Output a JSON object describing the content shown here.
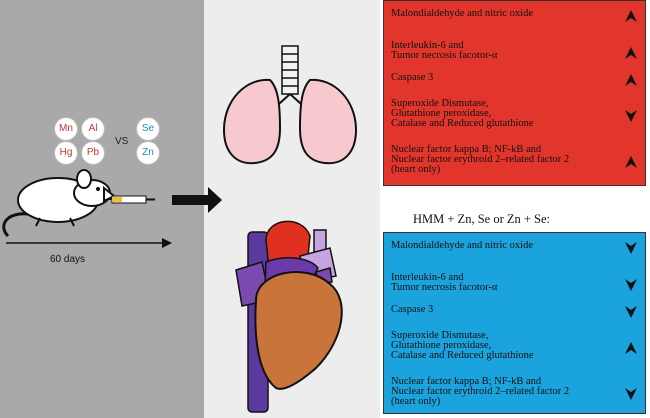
{
  "left": {
    "toxic_metals": [
      "Mn",
      "Al",
      "Hg",
      "Pb"
    ],
    "vs_label": "VS",
    "protective_elements": [
      "Se",
      "Zn"
    ],
    "duration_label": "60 days"
  },
  "red_box": {
    "items": [
      {
        "text": "Malondialdehyde and nitric oxide",
        "direction": "up"
      },
      {
        "text": "Interleukin-6 and\nTumor necrosis facotor-α",
        "direction": "up"
      },
      {
        "text": "Caspase 3",
        "direction": "up"
      },
      {
        "text": "Superoxide Dismutase,\nGlutathione peroxidase,\nCatalase and Reduced glutathione",
        "direction": "down"
      },
      {
        "text": "Nuclear factor kappa B; NF-kB and\nNuclear factor erythroid 2–related factor 2\n(heart only)",
        "direction": "up"
      }
    ]
  },
  "blue_box": {
    "title": "HMM + Zn, Se or Zn + Se:",
    "items": [
      {
        "text": "Malondialdehyde and nitric oxide",
        "direction": "down"
      },
      {
        "text": "Interleukin-6 and\nTumor necrosis facotor-α",
        "direction": "down"
      },
      {
        "text": "Caspase 3",
        "direction": "down"
      },
      {
        "text": "Superoxide Dismutase,\nGlutathione peroxidase,\nCatalase and Reduced glutathione",
        "direction": "up"
      },
      {
        "text": "Nuclear factor kappa B; NF-kB and\nNuclear factor erythroid 2–related factor 2\n(heart only)",
        "direction": "down"
      }
    ]
  },
  "colors": {
    "red_box": "#e2352b",
    "blue_box": "#1aa3dc",
    "toxic_text": "#c0392b",
    "protective_text": "#1a8fb5"
  }
}
